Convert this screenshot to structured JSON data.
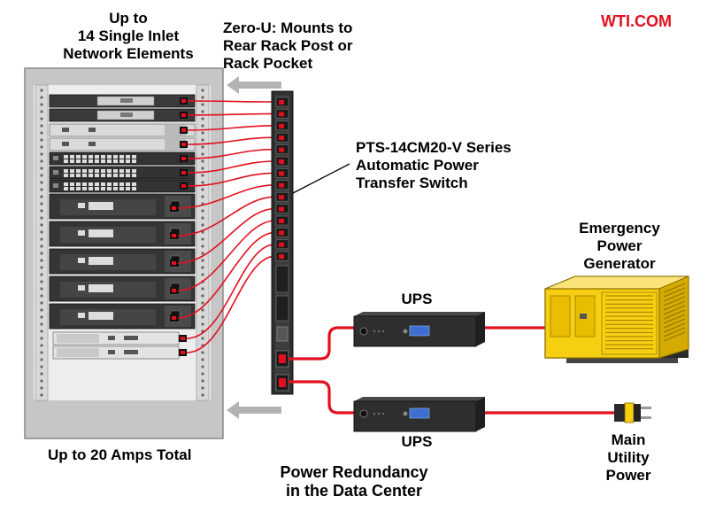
{
  "brand": {
    "text": "WTI.COM",
    "color": "#e2101e"
  },
  "colors": {
    "cable": "#e2101e",
    "rack_frame": "#c9c9c9",
    "device_dark": "#3a3a3a",
    "device_light": "#d9d9d9",
    "generator": "#f7cf12",
    "ups_display": "#3c6fd1"
  },
  "labels": {
    "rack_top": [
      "Up to",
      "14 Single Inlet",
      "Network Elements"
    ],
    "zero_u": [
      "Zero-U: Mounts to",
      "Rear Rack Post or",
      "Rack Pocket"
    ],
    "pts": [
      "PTS-14CM20-V Series",
      "Automatic Power",
      "Transfer Switch"
    ],
    "generator": [
      "Emergency",
      "Power",
      "Generator"
    ],
    "ups_top": "UPS",
    "ups_bottom": "UPS",
    "utility": [
      "Main",
      "Utility",
      "Power"
    ],
    "amps": "Up to 20 Amps Total",
    "title": [
      "Power Redundancy",
      "in the Data Center"
    ]
  }
}
